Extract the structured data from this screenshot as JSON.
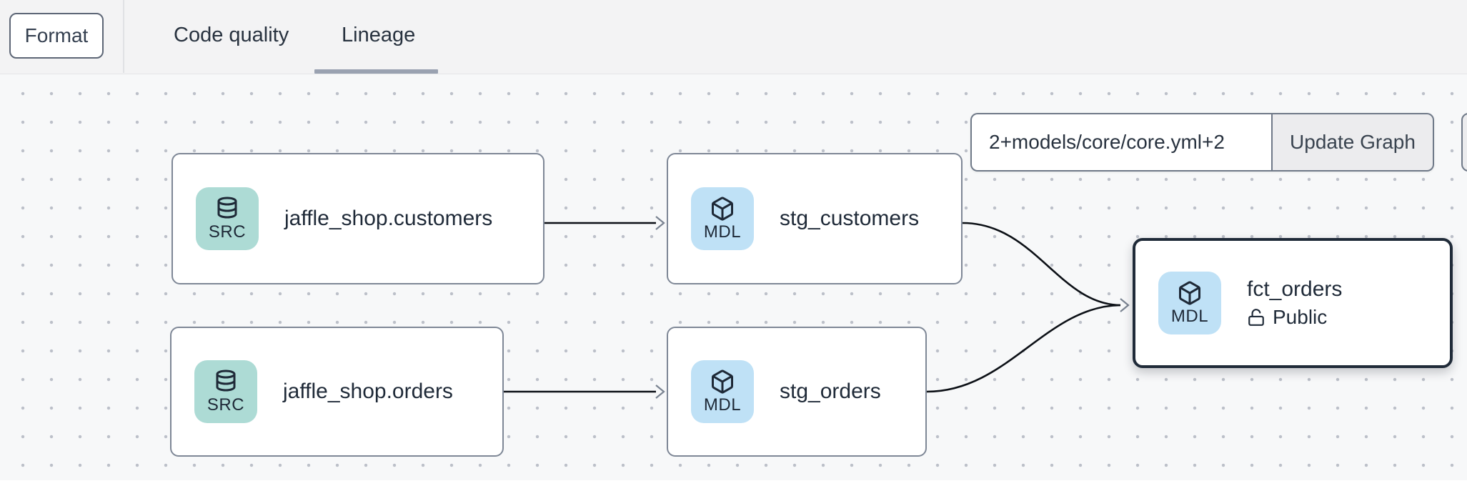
{
  "topbar": {
    "format_label": "Format",
    "tabs": [
      {
        "label": "Code quality",
        "active": false
      },
      {
        "label": "Lineage",
        "active": true
      }
    ]
  },
  "lineage_controls": {
    "selector_value": "2+models/core/core.yml+2",
    "update_button_label": "Update Graph"
  },
  "graph": {
    "nodes": [
      {
        "id": "jaffle_shop.customers",
        "label": "jaffle_shop.customers",
        "badge": "SRC",
        "type": "source",
        "icon": "database-icon"
      },
      {
        "id": "stg_customers",
        "label": "stg_customers",
        "badge": "MDL",
        "type": "model",
        "icon": "cube-icon"
      },
      {
        "id": "jaffle_shop.orders",
        "label": "jaffle_shop.orders",
        "badge": "SRC",
        "type": "source",
        "icon": "database-icon"
      },
      {
        "id": "stg_orders",
        "label": "stg_orders",
        "badge": "MDL",
        "type": "model",
        "icon": "cube-icon"
      },
      {
        "id": "fct_orders",
        "label": "fct_orders",
        "badge": "MDL",
        "type": "model",
        "icon": "cube-icon",
        "access_label": "Public",
        "access_icon": "unlock-icon",
        "selected": true
      }
    ],
    "edges": [
      {
        "from": "jaffle_shop.customers",
        "to": "stg_customers"
      },
      {
        "from": "jaffle_shop.orders",
        "to": "stg_orders"
      },
      {
        "from": "stg_customers",
        "to": "fct_orders"
      },
      {
        "from": "stg_orders",
        "to": "fct_orders"
      }
    ]
  },
  "colors": {
    "topbar_bg": "#f3f3f4",
    "canvas_bg": "#f7f8f9",
    "canvas_dot": "#bcc0c9",
    "source_badge_bg": "#addbd5",
    "model_badge_bg": "#bfe1f6",
    "node_border": "#7e8796",
    "selected_node_border": "#202b39",
    "active_tab_underline": "#9aa2b1",
    "edge_stroke": "#0c1016",
    "arrowhead": "#7a8391",
    "text_dark": "#1f2a38"
  }
}
